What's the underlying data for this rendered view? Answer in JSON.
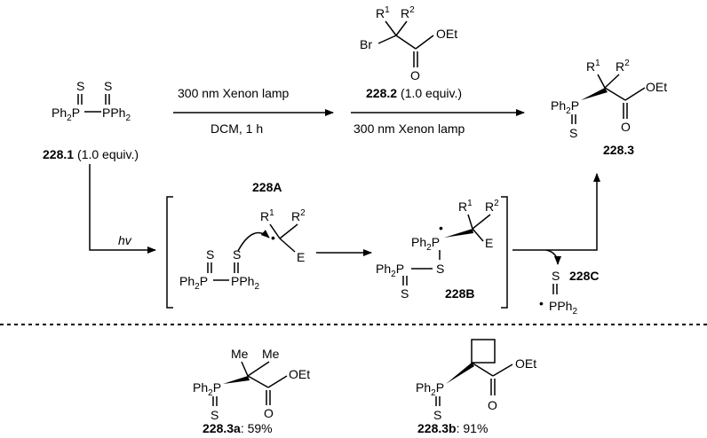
{
  "reaction": {
    "sm_name": "228.1",
    "sm_equiv": "(1.0 equiv.)",
    "step1_conditions": [
      "300 nm Xenon lamp",
      "DCM, 1 h"
    ],
    "reagent_name": "228.2",
    "reagent_equiv": "(1.0 equiv.)",
    "step2_conditions": "300 nm Xenon lamp",
    "product_name": "228.3",
    "hv_label": "hv"
  },
  "intermediates": {
    "a_label": "228A",
    "b_label": "228B",
    "c_label": "228C"
  },
  "atoms": {
    "S": "S",
    "Ph": "Ph",
    "P": "P",
    "sub2": "2",
    "R": "R",
    "sup1": "1",
    "sup2": "2",
    "Br": "Br",
    "O": "O",
    "OEt": "OEt",
    "E": "E",
    "Me": "Me",
    "radical_dot": "•"
  },
  "examples": [
    {
      "label": "228.3a",
      "yield": ": 59%"
    },
    {
      "label": "228.3b",
      "yield": ": 91%"
    }
  ]
}
